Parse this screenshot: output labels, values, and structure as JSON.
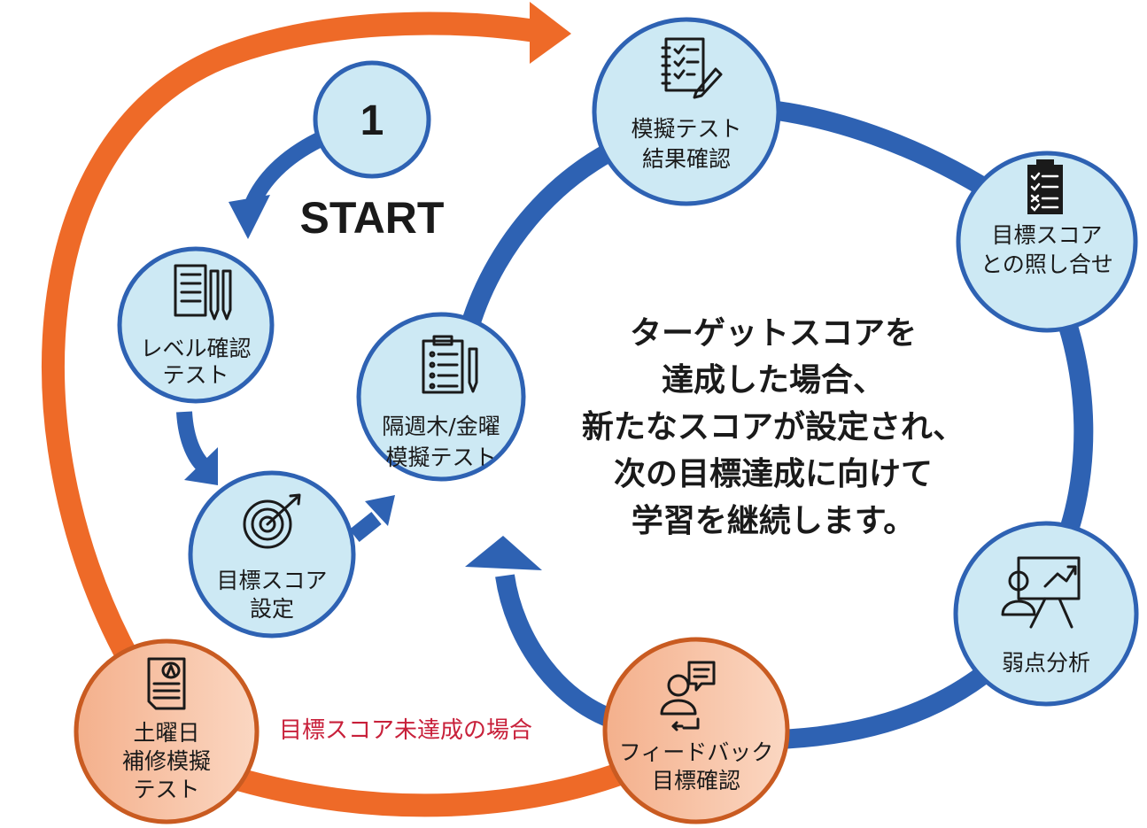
{
  "start_number": "1",
  "start_label": "START",
  "center_message": [
    "ターゲットスコアを",
    "達成した場合、",
    "新たなスコアが設定され、",
    "次の目標達成に向けて",
    "学習を継続します。"
  ],
  "failure_label": "目標スコア未達成の場合",
  "nodes": {
    "level_test": [
      "レベル確認",
      "テスト"
    ],
    "target_setting": [
      "目標スコア",
      "設定"
    ],
    "biweekly_test": [
      "隔週木/金曜",
      "模擬テスト"
    ],
    "result_check": [
      "模擬テスト",
      "結果確認"
    ],
    "score_compare": [
      "目標スコア",
      "との照し合せ"
    ],
    "weakness": [
      "弱点分析"
    ],
    "feedback": [
      "フィードバック",
      "目標確認"
    ],
    "saturday_test": [
      "土曜日",
      "補修模擬",
      "テスト"
    ]
  },
  "colors": {
    "blue_cycle": "#2e62b3",
    "orange_cycle": "#ee6a28",
    "node_fill": "#cde9f4",
    "node_stroke": "#2e62b3",
    "orange_node_fill": "#f6b99a",
    "orange_node_stroke": "#c95b21",
    "failure_text": "#c8203a"
  },
  "icons": {
    "level_test": "test-sheet-pencils-icon",
    "target_setting": "target-arrow-icon",
    "biweekly_test": "clipboard-pen-icon",
    "result_check": "notebook-pencil-icon",
    "score_compare": "clipboard-checklist-icon",
    "weakness": "presentation-chart-icon",
    "feedback": "person-speech-icon",
    "saturday_test": "graded-paper-icon"
  }
}
